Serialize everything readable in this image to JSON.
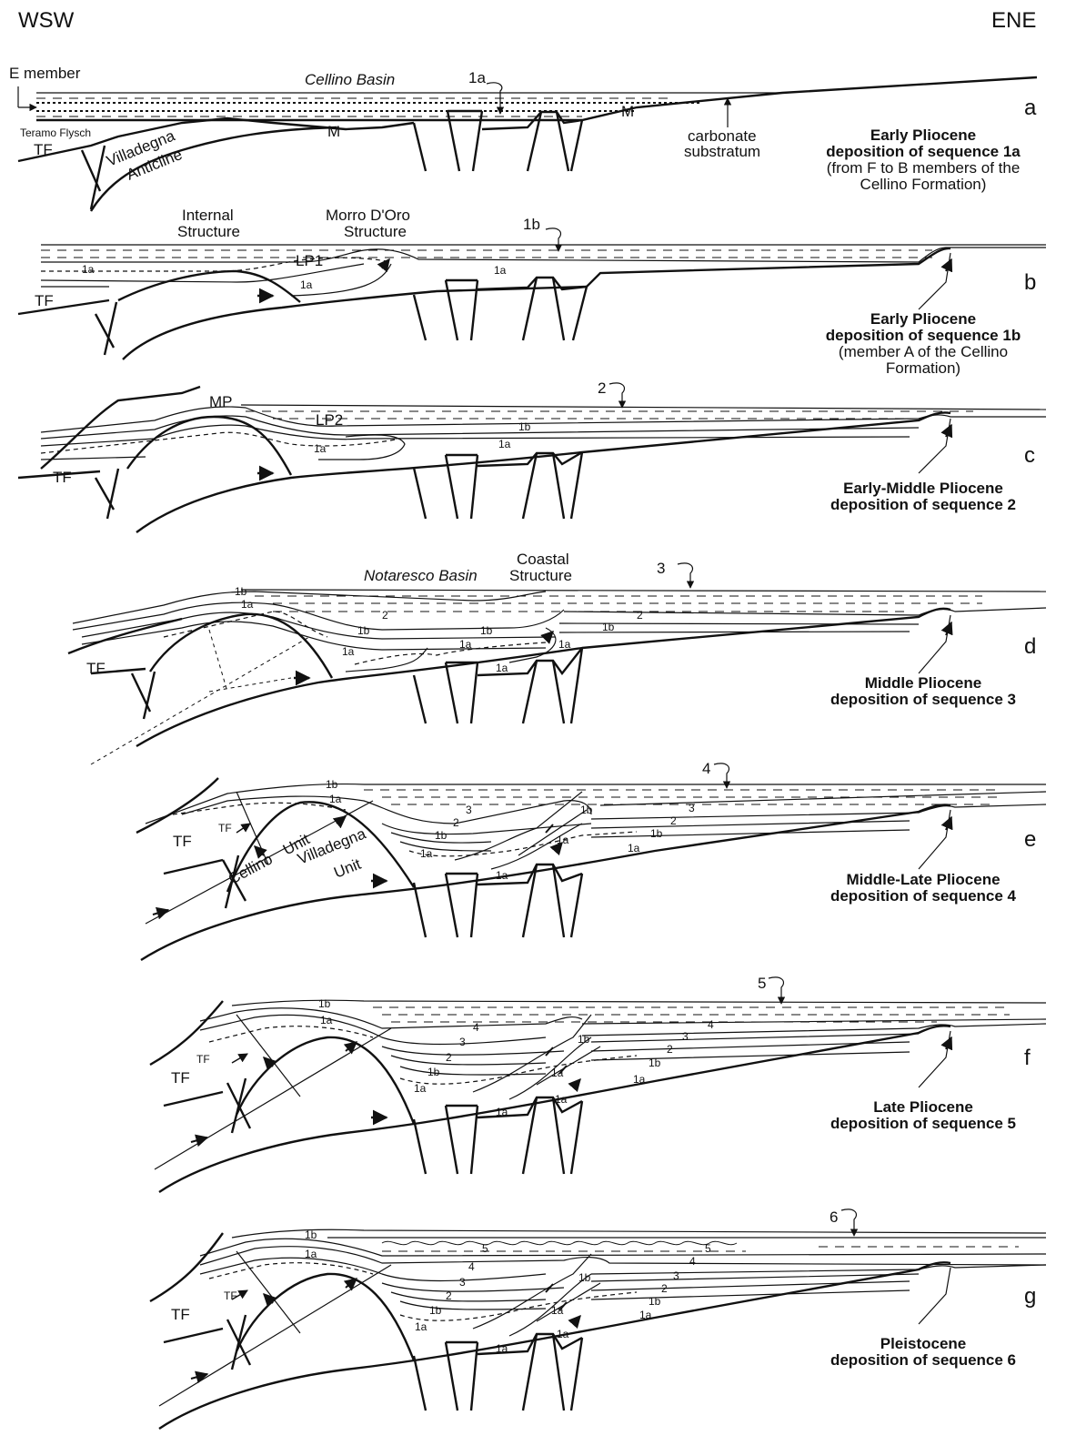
{
  "header": {
    "left": "WSW",
    "right": "ENE"
  },
  "panels": [
    {
      "letter": "a",
      "caption_title": [
        "Early Pliocene",
        "deposition of sequence 1a"
      ],
      "caption_note": [
        "(from F to B members of the",
        "Cellino Formation)"
      ],
      "seq_label": "1a",
      "labels": {
        "basin": "Cellino Basin",
        "member": "E member",
        "flysch": "Teramo Flysch",
        "tf": "TF",
        "anticline_1": "Villadegna",
        "anticline_2": "Anticline",
        "m1": "M",
        "m2": "M",
        "substratum_1": "carbonate",
        "substratum_2": "substratum"
      }
    },
    {
      "letter": "b",
      "caption_title": [
        "Early Pliocene",
        "deposition of sequence 1b"
      ],
      "caption_note": [
        "(member A of the Cellino",
        "Formation)"
      ],
      "seq_label": "1b",
      "labels": {
        "internal_1": "Internal",
        "internal_2": "Structure",
        "morro_1": "Morro D'Oro",
        "morro_2": "Structure",
        "lp1": "LP1",
        "s1a_a": "1a",
        "s1a_b": "1a",
        "s1a_c": "1a",
        "tf": "TF"
      }
    },
    {
      "letter": "c",
      "caption_title": [
        "Early-Middle Pliocene",
        "deposition of sequence 2"
      ],
      "caption_note": [],
      "seq_label": "2",
      "labels": {
        "mp": "MP",
        "lp2": "LP2",
        "s1a_a": "1a",
        "s1a_b": "1a",
        "s1b": "1b",
        "tf": "TF"
      }
    },
    {
      "letter": "d",
      "caption_title": [
        "Middle Pliocene",
        "deposition of sequence 3"
      ],
      "caption_note": [],
      "seq_label": "3",
      "labels": {
        "basin": "Notaresco Basin",
        "coastal_1": "Coastal",
        "coastal_2": "Structure",
        "s1b_top": "1b",
        "s1a_top": "1a",
        "s2_a": "2",
        "s2_b": "2",
        "s1b_a": "1b",
        "s1b_b": "1b",
        "s1b_c": "1b",
        "s1a_a": "1a",
        "s1a_b": "1a",
        "s1a_c": "1a",
        "s1a_d": "1a",
        "tf": "TF"
      }
    },
    {
      "letter": "e",
      "caption_title": [
        "Middle-Late Pliocene",
        "deposition of sequence 4"
      ],
      "caption_note": [],
      "seq_label": "4",
      "labels": {
        "s1b_top": "1b",
        "s1a_top": "1a",
        "s3_a": "3",
        "s3_b": "3",
        "s2_a": "2",
        "s2_b": "2",
        "s1b_a": "1b",
        "s1b_b": "1b",
        "s1b_c": "1b",
        "s1a_a": "1a",
        "s1a_b": "1a",
        "s1a_c": "1a",
        "s1a_d": "1a",
        "tf": "TF",
        "tf_small": "TF",
        "cellino": "Cellino",
        "unit_1": "Unit",
        "villadegna": "Villadegna",
        "unit_2": "Unit"
      }
    },
    {
      "letter": "f",
      "caption_title": [
        "Late Pliocene",
        "deposition of sequence 5"
      ],
      "caption_note": [],
      "seq_label": "5",
      "labels": {
        "s1b_top": "1b",
        "s1a_top": "1a",
        "s4_a": "4",
        "s4_b": "4",
        "s3_a": "3",
        "s3_b": "3",
        "s2_a": "2",
        "s2_b": "2",
        "s1b_a": "1b",
        "s1b_b": "1b",
        "s1b_c": "1b",
        "s1a_a": "1a",
        "s1a_b": "1a",
        "s1a_c": "1a",
        "s1a_d": "1a",
        "s1a_e": "1a",
        "tf": "TF",
        "tf_small": "TF"
      }
    },
    {
      "letter": "g",
      "caption_title": [
        "Pleistocene",
        "deposition of sequence 6"
      ],
      "caption_note": [],
      "seq_label": "6",
      "labels": {
        "s1b_top": "1b",
        "s1a_top": "1a",
        "s5_a": "5",
        "s5_b": "5",
        "s4_a": "4",
        "s4_b": "4",
        "s3_a": "3",
        "s3_b": "3",
        "s2_a": "2",
        "s2_b": "2",
        "s1b_a": "1b",
        "s1b_b": "1b",
        "s1b_c": "1b",
        "s1a_a": "1a",
        "s1a_b": "1a",
        "s1a_c": "1a",
        "s1a_d": "1a",
        "s1a_e": "1a",
        "tf": "TF",
        "tf_small": "TF"
      }
    }
  ]
}
